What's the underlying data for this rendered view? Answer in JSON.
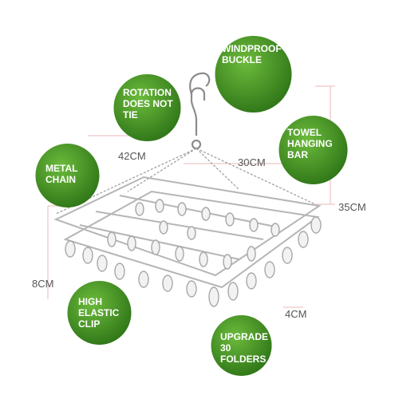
{
  "callouts": {
    "windproof_buckle": "WINDPROOF BUCKLE",
    "rotation": "ROTATION DOES NOT TIE",
    "towel_bar": "TOWEL HANGING BAR",
    "metal_chain": "METAL CHAIN",
    "high_elastic_clip": "HIGH ELASTIC CLIP",
    "upgrade_folders": "UPGRADE 30 FOLDERS"
  },
  "dimensions": {
    "width_42": "42CM",
    "depth_30": "30CM",
    "height_35": "35CM",
    "frame_8": "8CM",
    "clip_4": "4CM"
  },
  "colors": {
    "bubble_green": "#4a9a2a",
    "bubble_dark": "#2e7417",
    "dimension_line": "#e8b8b8",
    "metal": "#9a9a9a"
  }
}
